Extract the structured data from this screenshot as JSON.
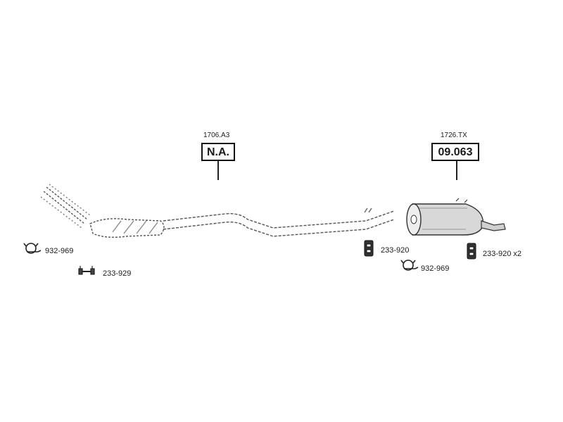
{
  "diagram": {
    "front_section": {
      "ref_code": "1706.A3",
      "part_number": "N.A."
    },
    "rear_section": {
      "ref_code": "1726.TX",
      "part_number": "09.063"
    },
    "fittings": [
      {
        "id": "clamp-front",
        "icon": "clamp-icon",
        "label": "932-969"
      },
      {
        "id": "bracket-front",
        "icon": "mounting-bracket-icon",
        "label": "233-929"
      },
      {
        "id": "hanger-mid",
        "icon": "rubber-hanger-icon",
        "label": "233-920"
      },
      {
        "id": "hanger-rear",
        "icon": "rubber-hanger-icon",
        "label": "233-920 x2"
      },
      {
        "id": "clamp-rear",
        "icon": "clamp-icon",
        "label": "932-969"
      }
    ]
  }
}
